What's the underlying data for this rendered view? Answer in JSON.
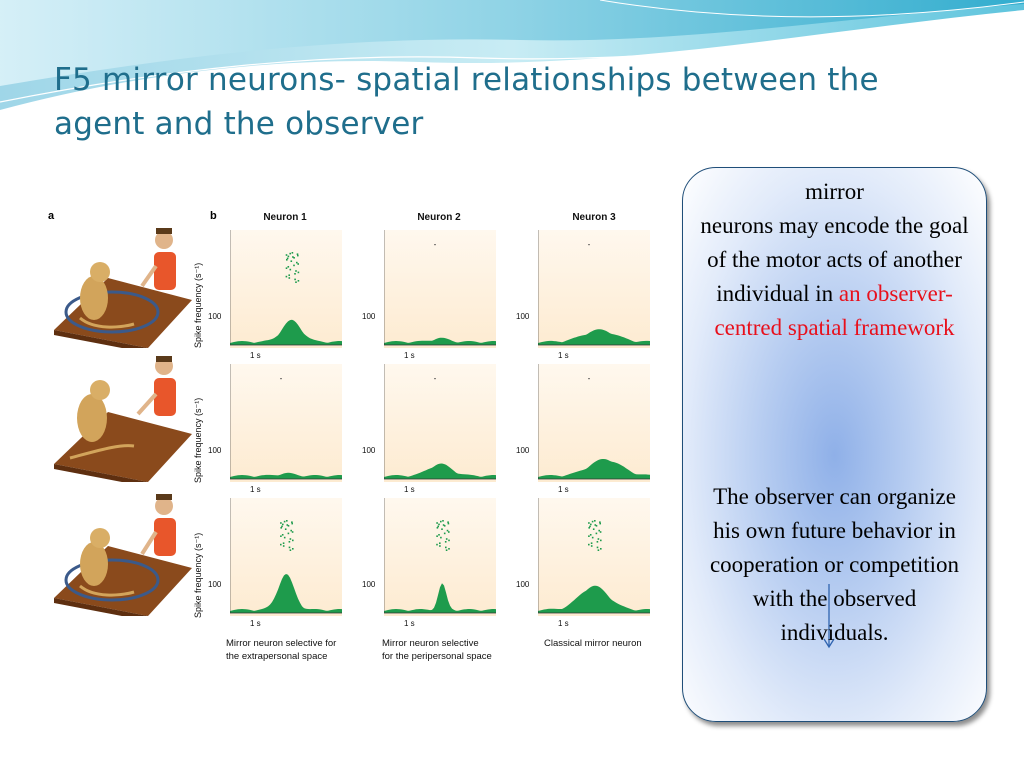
{
  "slide": {
    "title": "F5 mirror neurons- spatial relationships between the agent and the observer"
  },
  "figure": {
    "panel_a": "a",
    "panel_b": "b",
    "neurons": [
      "Neuron 1",
      "Neuron 2",
      "Neuron 3"
    ],
    "y_axis_label": "Spike frequency (s⁻¹)",
    "tick_100": "100",
    "tick_1s": "1 s",
    "captions": [
      [
        "Mirror neuron selective for",
        "the extrapersonal space"
      ],
      [
        "Mirror neuron selective",
        "for the peripersonal space"
      ],
      [
        "Classical mirror neuron"
      ]
    ],
    "colors": {
      "trace": "#1e9b4c",
      "plot_bg": "#fdebd1"
    }
  },
  "textbox": {
    "line1": "mirror",
    "line2a": "neurons may encode the goal of the motor acts of another individual in ",
    "line2b_red": "an observer-centred spatial framework",
    "lower": "The observer  can organize his own future behavior in cooperation or competition with the observed individuals.",
    "colors": {
      "border": "#1f4e79",
      "highlight": "#e8101c"
    }
  }
}
